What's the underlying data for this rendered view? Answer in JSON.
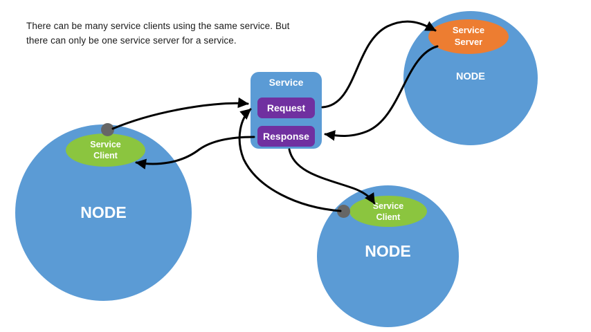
{
  "caption": {
    "line1": "There can be many service clients using the same service. But",
    "line2": "there can only be one service server for a service."
  },
  "service": {
    "title": "Service",
    "request_label": "Request",
    "response_label": "Response"
  },
  "nodes": [
    {
      "id": "server-node",
      "node_label": "NODE",
      "role_line1": "Service",
      "role_line2": "Server",
      "role_color": "#ED7D31",
      "node_color": "#5B9BD5"
    },
    {
      "id": "left-client-node",
      "node_label": "NODE",
      "role_line1": "Service",
      "role_line2": "Client",
      "role_color": "#8BC53F",
      "node_color": "#5B9BD5"
    },
    {
      "id": "bottom-client-node",
      "node_label": "NODE",
      "role_line1": "Service",
      "role_line2": "Client",
      "role_color": "#8BC53F",
      "node_color": "#5B9BD5"
    }
  ],
  "connections": [
    {
      "name": "request-to-server",
      "from": "request",
      "to": "service-server"
    },
    {
      "name": "server-to-response",
      "from": "service-server",
      "to": "response"
    },
    {
      "name": "left-client-to-request",
      "from": "left-service-client",
      "to": "request"
    },
    {
      "name": "response-to-left-client",
      "from": "response",
      "to": "left-service-client"
    },
    {
      "name": "bottom-client-to-request",
      "from": "bottom-service-client",
      "to": "request"
    },
    {
      "name": "response-to-bottom-client",
      "from": "response",
      "to": "bottom-service-client"
    }
  ],
  "colors": {
    "node_blue": "#5B9BD5",
    "client_green": "#8BC53F",
    "server_orange": "#ED7D31",
    "op_purple": "#7030A0",
    "connector_dot": "#666666",
    "arrow": "#000000",
    "background": "#FFFFFF",
    "text": "#1A1A1A"
  }
}
